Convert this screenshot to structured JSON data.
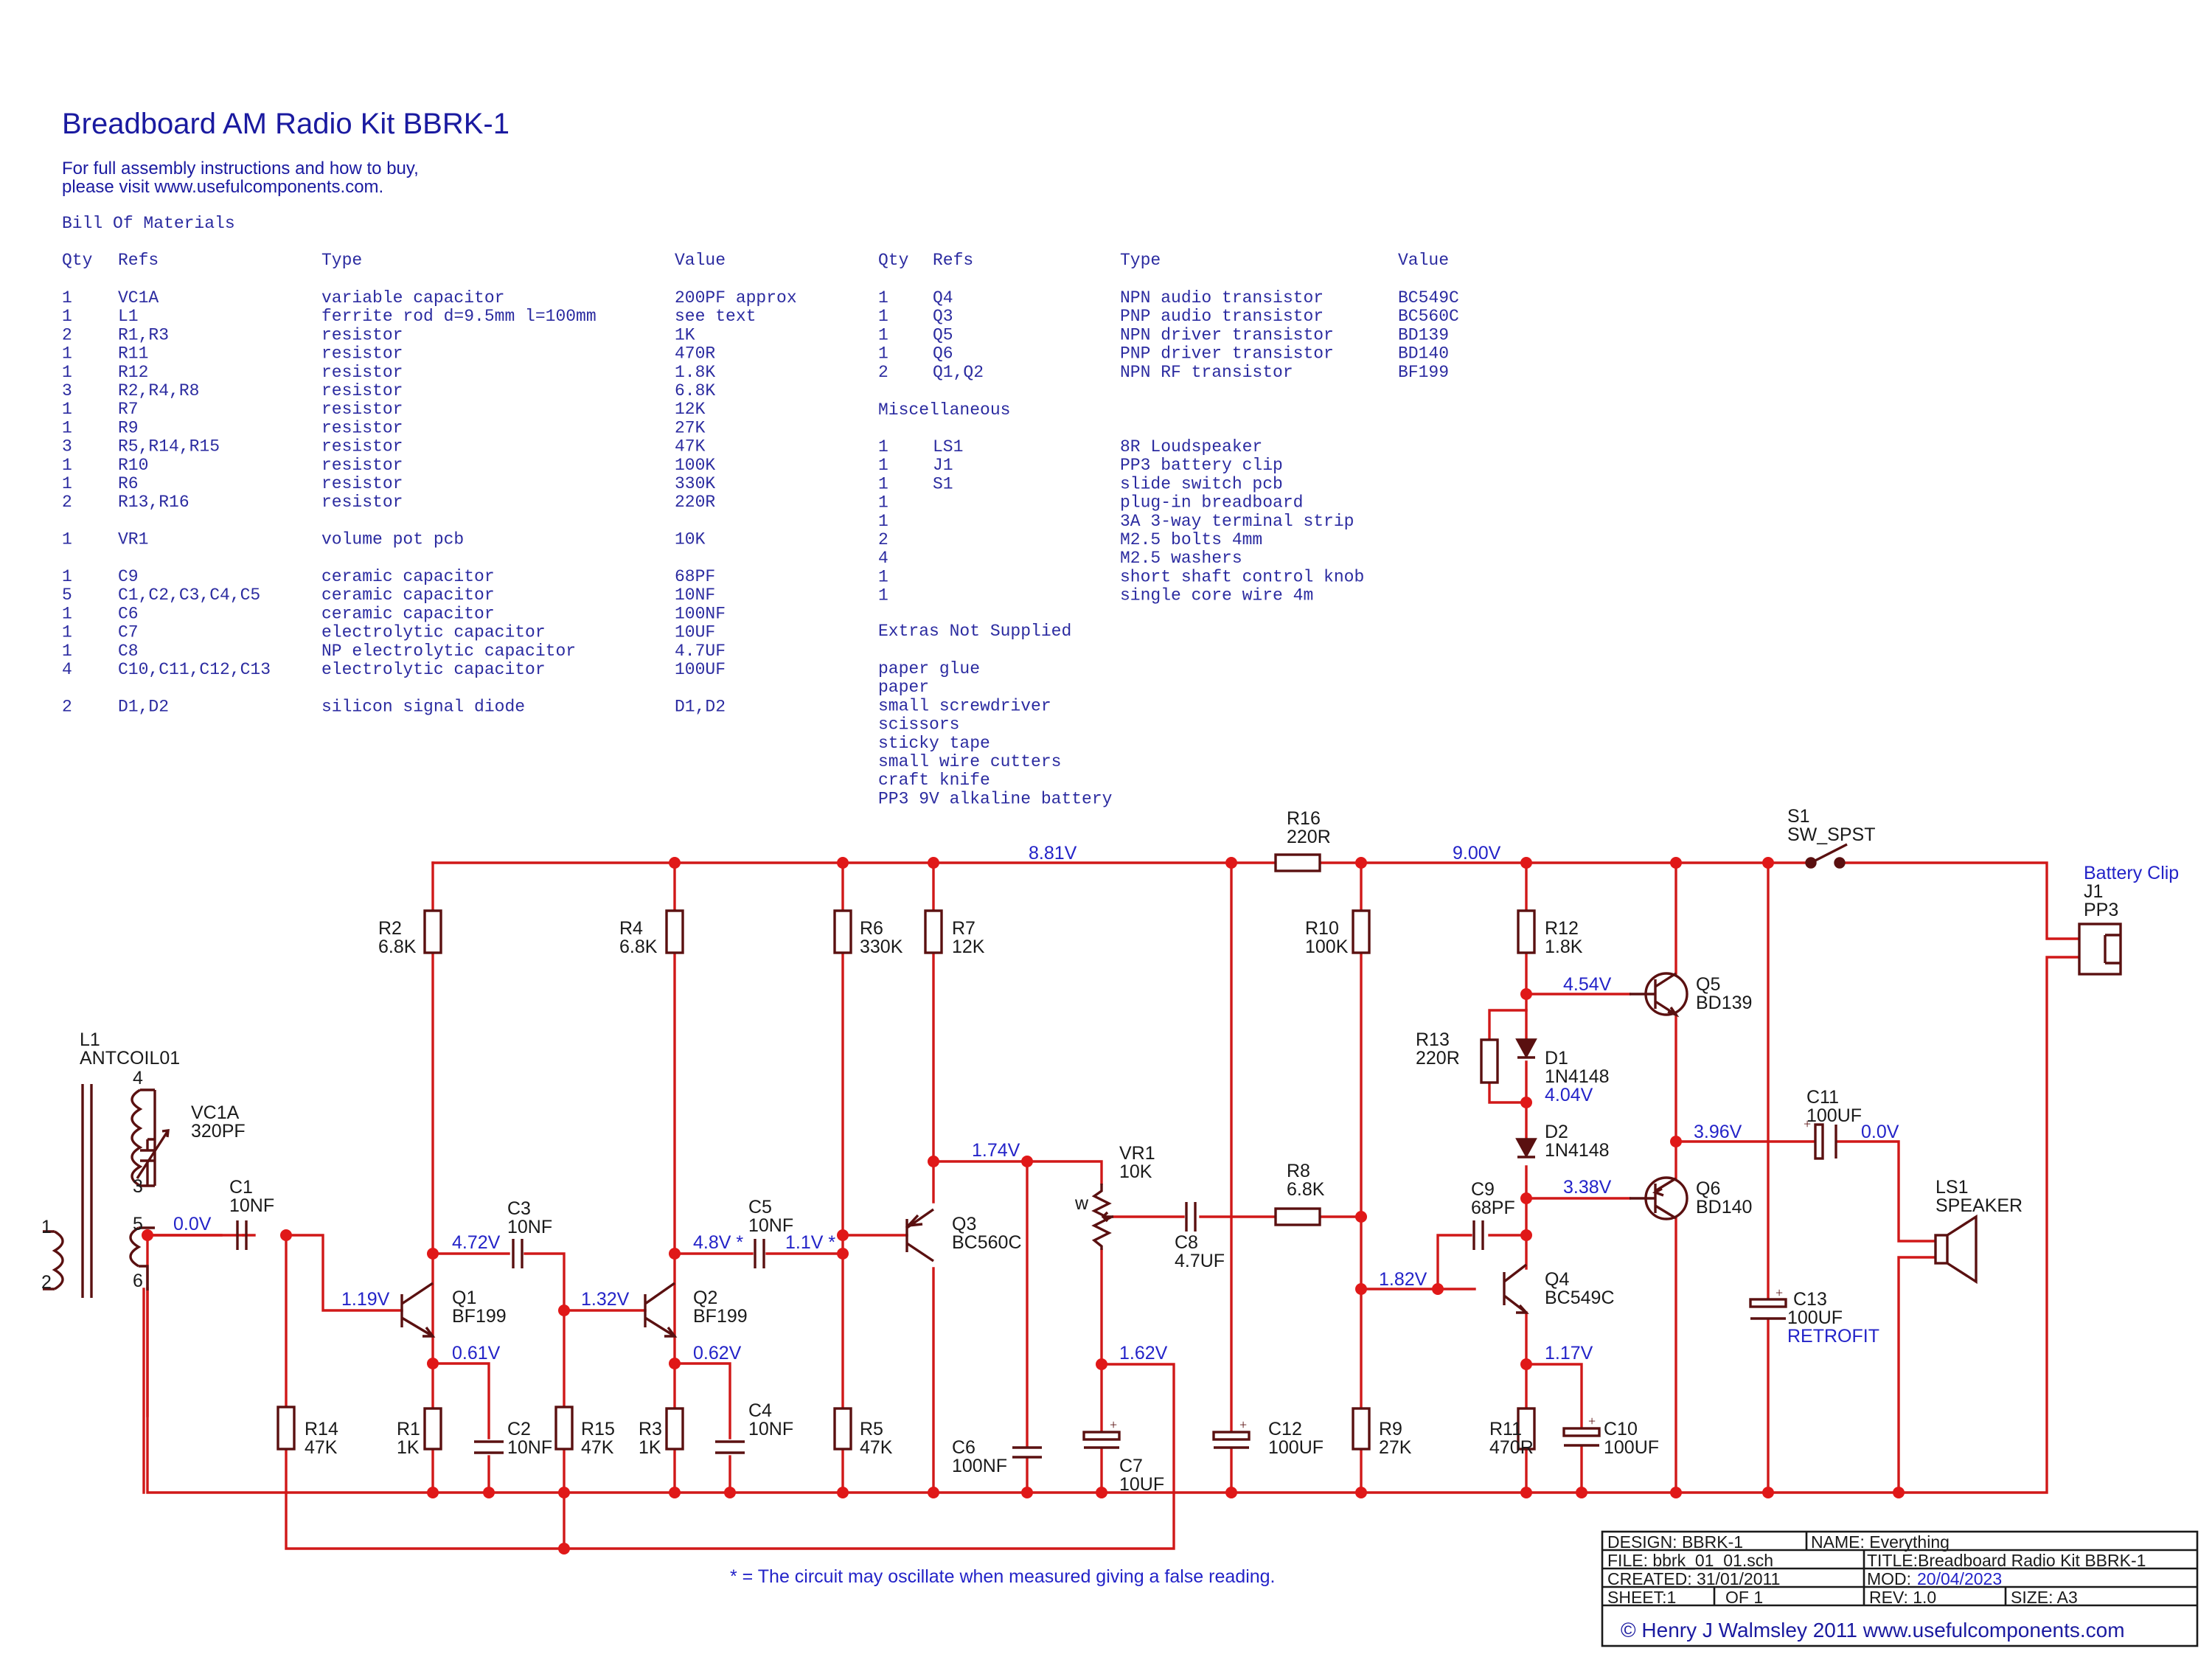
{
  "header": {
    "title": "Breadboard AM Radio Kit BBRK-1",
    "info_line1": "For full assembly instructions and how to buy,",
    "info_line2": "please visit www.usefulcomponents.com."
  },
  "bom": {
    "heading": "Bill Of Materials",
    "columns": [
      "Qty",
      "Refs",
      "Type",
      "Value"
    ],
    "left_rows": [
      [
        "1",
        "VC1A",
        "variable capacitor",
        "200PF approx"
      ],
      [
        "1",
        "L1",
        "ferrite rod d=9.5mm l=100mm",
        "see text"
      ],
      [
        "2",
        "R1,R3",
        "resistor",
        "1K"
      ],
      [
        "1",
        "R11",
        "resistor",
        "470R"
      ],
      [
        "1",
        "R12",
        "resistor",
        "1.8K"
      ],
      [
        "3",
        "R2,R4,R8",
        "resistor",
        "6.8K"
      ],
      [
        "1",
        "R7",
        "resistor",
        "12K"
      ],
      [
        "1",
        "R9",
        "resistor",
        "27K"
      ],
      [
        "3",
        "R5,R14,R15",
        "resistor",
        "47K"
      ],
      [
        "1",
        "R10",
        "resistor",
        "100K"
      ],
      [
        "1",
        "R6",
        "resistor",
        "330K"
      ],
      [
        "2",
        "R13,R16",
        "resistor",
        "220R"
      ],
      [
        "",
        "",
        "",
        ""
      ],
      [
        "1",
        "VR1",
        "volume pot pcb",
        "10K"
      ],
      [
        "",
        "",
        "",
        ""
      ],
      [
        "1",
        "C9",
        "ceramic capacitor",
        "68PF"
      ],
      [
        "5",
        "C1,C2,C3,C4,C5",
        "ceramic capacitor",
        "10NF"
      ],
      [
        "1",
        "C6",
        "ceramic capacitor",
        "100NF"
      ],
      [
        "1",
        "C7",
        "electrolytic capacitor",
        "10UF"
      ],
      [
        "1",
        "C8",
        "NP electrolytic capacitor",
        "4.7UF"
      ],
      [
        "4",
        "C10,C11,C12,C13",
        "electrolytic capacitor",
        "100UF"
      ],
      [
        "",
        "",
        "",
        ""
      ],
      [
        "2",
        "D1,D2",
        "silicon signal diode",
        "D1,D2"
      ]
    ],
    "right_rows": [
      [
        "1",
        "Q4",
        "NPN audio transistor",
        "BC549C"
      ],
      [
        "1",
        "Q3",
        "PNP audio transistor",
        "BC560C"
      ],
      [
        "1",
        "Q5",
        "NPN driver transistor",
        "BD139"
      ],
      [
        "1",
        "Q6",
        "PNP driver transistor",
        "BD140"
      ],
      [
        "2",
        "Q1,Q2",
        "NPN RF transistor",
        "BF199"
      ]
    ],
    "misc_heading": "Miscellaneous",
    "misc_rows": [
      [
        "1",
        "LS1",
        "8R Loudspeaker"
      ],
      [
        "1",
        "J1",
        "PP3 battery clip"
      ],
      [
        "1",
        "S1",
        "slide switch pcb"
      ],
      [
        "1",
        "",
        "plug-in breadboard"
      ],
      [
        "1",
        "",
        "3A 3-way terminal strip"
      ],
      [
        "2",
        "",
        "M2.5 bolts 4mm"
      ],
      [
        "4",
        "",
        "M2.5 washers"
      ],
      [
        "1",
        "",
        "short shaft control knob"
      ],
      [
        "1",
        "",
        "single core wire 4m"
      ]
    ],
    "extras_heading": "Extras Not Supplied",
    "extras": [
      "paper glue",
      "paper",
      "small screwdriver",
      "scissors",
      "sticky tape",
      "small wire cutters",
      "craft knife",
      "PP3 9V alkaline battery"
    ]
  },
  "schematic": {
    "components": {
      "L1": [
        "L1",
        "ANTCOIL01"
      ],
      "VC1A": [
        "VC1A",
        "320PF"
      ],
      "C1": [
        "C1",
        "10NF"
      ],
      "R2": [
        "R2",
        "6.8K"
      ],
      "R14": [
        "R14",
        "47K"
      ],
      "Q1": [
        "Q1",
        "BF199"
      ],
      "C3": [
        "C3",
        "10NF"
      ],
      "R1": [
        "R1",
        "1K"
      ],
      "C2": [
        "C2",
        "10NF"
      ],
      "R15": [
        "R15",
        "47K"
      ],
      "R4": [
        "R4",
        "6.8K"
      ],
      "Q2": [
        "Q2",
        "BF199"
      ],
      "R3": [
        "R3",
        "1K"
      ],
      "C4": [
        "C4",
        "10NF"
      ],
      "C5": [
        "C5",
        "10NF"
      ],
      "R6": [
        "R6",
        "330K"
      ],
      "R5": [
        "R5",
        "47K"
      ],
      "R7": [
        "R7",
        "12K"
      ],
      "Q3": [
        "Q3",
        "BC560C"
      ],
      "C6": [
        "C6",
        "100NF"
      ],
      "VR1": [
        "VR1",
        "10K"
      ],
      "C7": [
        "C7",
        "10UF"
      ],
      "C8": [
        "C8",
        "4.7UF"
      ],
      "R16": [
        "R16",
        "220R"
      ],
      "R8": [
        "R8",
        "6.8K"
      ],
      "C12": [
        "C12",
        "100UF"
      ],
      "R10": [
        "R10",
        "100K"
      ],
      "R9": [
        "R9",
        "27K"
      ],
      "R12": [
        "R12",
        "1.8K"
      ],
      "R13": [
        "R13",
        "220R"
      ],
      "D1": [
        "D1",
        "1N4148"
      ],
      "D2": [
        "D2",
        "1N4148"
      ],
      "C9": [
        "C9",
        "68PF"
      ],
      "Q4": [
        "Q4",
        "BC549C"
      ],
      "R11": [
        "R11",
        "470R"
      ],
      "C10": [
        "C10",
        "100UF"
      ],
      "Q5": [
        "Q5",
        "BD139"
      ],
      "Q6": [
        "Q6",
        "BD140"
      ],
      "C11": [
        "C11",
        "100UF"
      ],
      "C13": [
        "C13",
        "100UF"
      ],
      "S1": [
        "S1",
        "SW_SPST"
      ],
      "J1": [
        "J1",
        "PP3"
      ],
      "LS1": [
        "LS1",
        "SPEAKER"
      ]
    },
    "retrofit": "RETROFIT",
    "battery_clip": "Battery Clip",
    "wiper_mark": "w",
    "pins": {
      "p1": "1",
      "p2": "2",
      "p3": "3",
      "p4": "4",
      "p5": "5",
      "p6": "6"
    },
    "voltages": {
      "v881": "8.81V",
      "v900": "9.00V",
      "v00a": "0.0V",
      "v119": "1.19V",
      "v472": "4.72V",
      "v061": "0.61V",
      "v132": "1.32V",
      "v48": "4.8V *",
      "v11": "1.1V *",
      "v062": "0.62V",
      "v174": "1.74V",
      "v162": "1.62V",
      "v454": "4.54V",
      "v404": "4.04V",
      "v396": "3.96V",
      "v00b": "0.0V",
      "v338": "3.38V",
      "v182": "1.82V",
      "v117": "1.17V"
    },
    "footnote": "* = The circuit may oscillate when measured giving a false reading."
  },
  "title_block": {
    "design": "DESIGN:  BBRK-1",
    "name": "NAME:  Everything",
    "file": "FILE: bbrk_01_01.sch",
    "title": "TITLE:Breadboard Radio Kit BBRK-1",
    "created": "CREATED:   31/01/2011",
    "mod_label": "MOD:",
    "mod_date": "20/04/2023",
    "sheet": "SHEET:1",
    "of": "OF  1",
    "rev": "REV: 1.0",
    "size": "SIZE: A3",
    "copyright": "© Henry J Walmsley 2011  www.usefulcomponents.com"
  },
  "colors": {
    "title_blue": "#1a1aa0",
    "wire_red": "#d01818",
    "voltage_blue": "#2323c8",
    "component": "#5a1010"
  }
}
